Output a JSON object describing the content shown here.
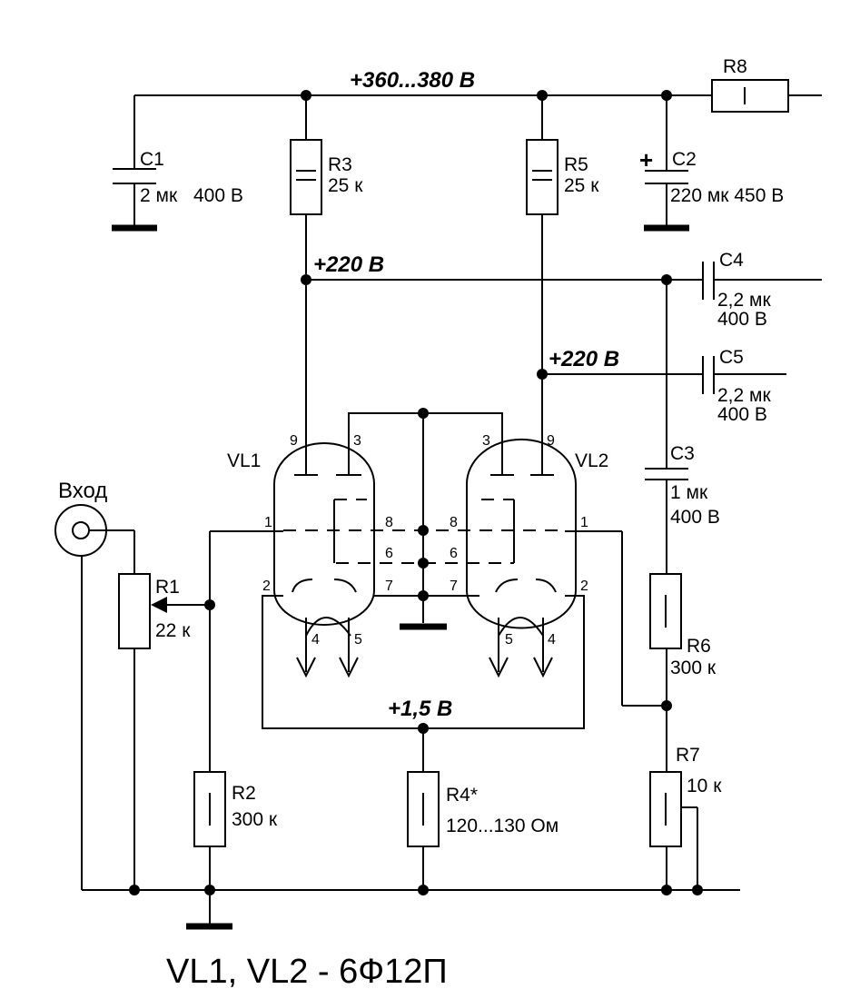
{
  "title": "VL1, VL2 - 6Ф12П",
  "rails": {
    "supply": "+360...380 В",
    "anode_vl1": "+220 В",
    "anode_vl2": "+220 В",
    "cathode": "+1,5 В"
  },
  "input_label": "Вход",
  "components": {
    "C1": {
      "ref": "C1",
      "value": "2 мк",
      "voltage": "400 В"
    },
    "C2": {
      "ref": "C2",
      "value": "220 мк 450 В",
      "polarity": "+"
    },
    "C3": {
      "ref": "C3",
      "value": "1 мк",
      "voltage": "400 В"
    },
    "C4": {
      "ref": "C4",
      "value": "2,2 мк",
      "voltage": "400 В"
    },
    "C5": {
      "ref": "C5",
      "value": "2,2 мк",
      "voltage": "400 В"
    },
    "R1": {
      "ref": "R1",
      "value": "22 к"
    },
    "R2": {
      "ref": "R2",
      "value": "300 к"
    },
    "R3": {
      "ref": "R3",
      "value": "25 к"
    },
    "R4": {
      "ref": "R4*",
      "value": "120...130 Ом"
    },
    "R5": {
      "ref": "R5",
      "value": "25 к"
    },
    "R6": {
      "ref": "R6",
      "value": "300 к"
    },
    "R7": {
      "ref": "R7",
      "value": "10 к"
    },
    "R8": {
      "ref": "R8"
    }
  },
  "tubes": {
    "VL1": {
      "ref": "VL1",
      "pins": [
        "9",
        "3",
        "1",
        "8",
        "6",
        "2",
        "7",
        "4",
        "5"
      ]
    },
    "VL2": {
      "ref": "VL2",
      "pins": [
        "3",
        "9",
        "8",
        "1",
        "6",
        "7",
        "2",
        "5",
        "4"
      ]
    }
  }
}
